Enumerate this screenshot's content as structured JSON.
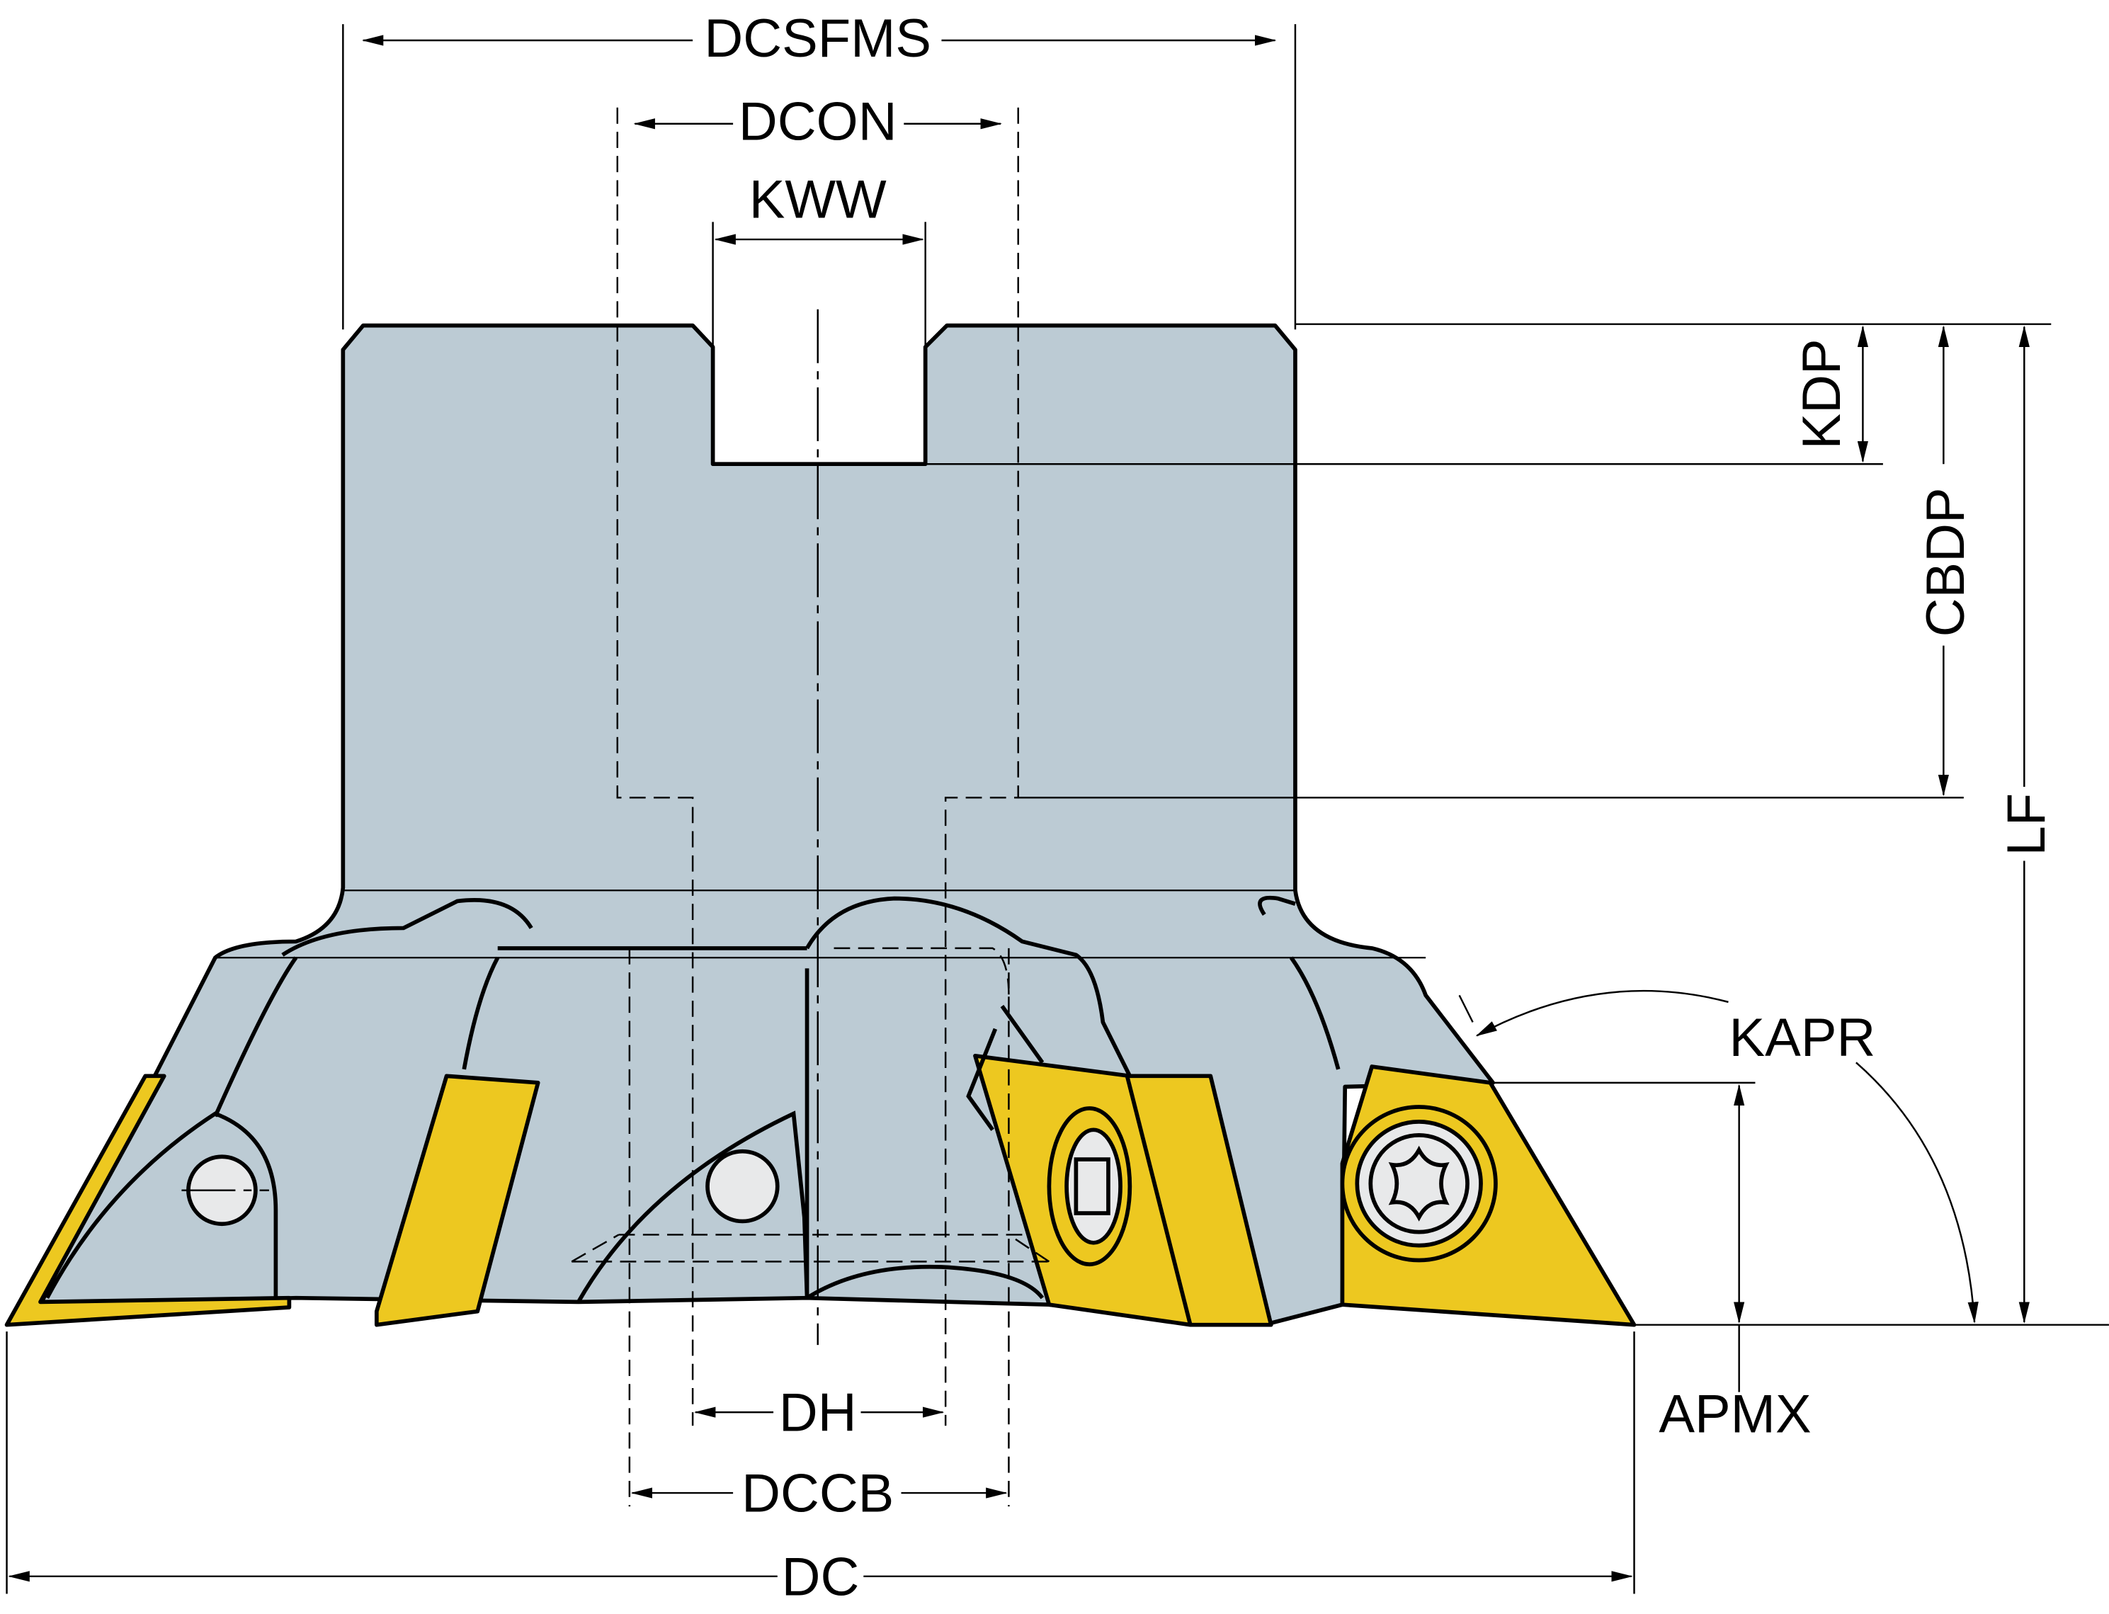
{
  "title": "Face milling cutter dimension drawing",
  "colors": {
    "body": "#bccbd4",
    "insert": "#edc820",
    "screw": "#e8e9ea",
    "line": "#000000"
  },
  "dimensions": {
    "dcsfms": "DCSFMS",
    "dcon": "DCON",
    "kww": "KWW",
    "kdp": "KDP",
    "cbdp": "CBDP",
    "lf": "LF",
    "kapr": "KAPR",
    "apmx": "APMX",
    "dh": "DH",
    "dccb": "DCCB",
    "dc": "DC"
  }
}
